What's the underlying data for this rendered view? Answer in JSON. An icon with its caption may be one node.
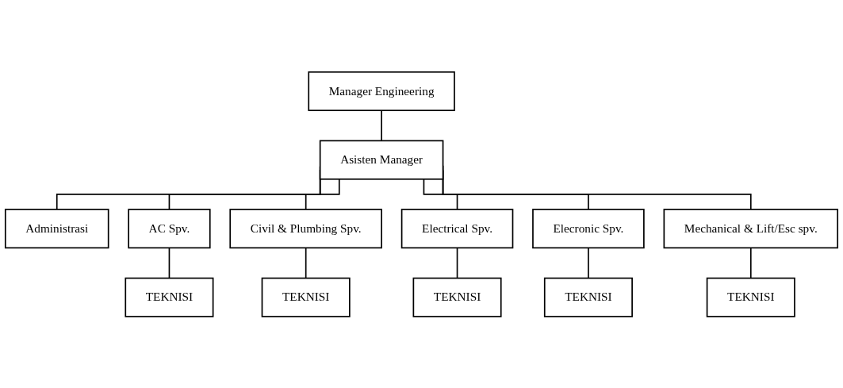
{
  "diagram": {
    "nodes": [
      {
        "text": [
          "Manager Engineering"
        ]
      },
      {
        "text": [
          "Asisten Manager"
        ]
      },
      {
        "text": [
          "Administrasi"
        ]
      },
      {
        "text": [
          "AC Spv."
        ]
      },
      {
        "text": [
          "Civil & Plumbing Spv."
        ]
      },
      {
        "text": [
          "Electrical Spv."
        ]
      },
      {
        "text": [
          "Elecronic Spv."
        ]
      },
      {
        "text": [
          "Mechanical & Lift/Esc spv."
        ]
      },
      {
        "text": [
          "TEKNISI"
        ]
      },
      {
        "text": [
          "TEKNISI"
        ]
      },
      {
        "text": [
          "TEKNISI"
        ]
      },
      {
        "text": [
          "TEKNISI"
        ]
      },
      {
        "text": [
          "TEKNISI"
        ]
      }
    ],
    "edges": [
      {
        "from": 0,
        "to": 1,
        "arrow": "none"
      },
      {
        "from": 1,
        "to": 2,
        "arrow": "none"
      },
      {
        "from": 1,
        "to": 3,
        "arrow": "none"
      },
      {
        "from": 1,
        "to": 4,
        "arrow": "none"
      },
      {
        "from": 1,
        "to": 5,
        "arrow": "none"
      },
      {
        "from": 1,
        "to": 6,
        "arrow": "none"
      },
      {
        "from": 1,
        "to": 7,
        "arrow": "none"
      },
      {
        "from": 3,
        "to": 8,
        "arrow": "none"
      },
      {
        "from": 4,
        "to": 9,
        "arrow": "none"
      },
      {
        "from": 5,
        "to": 10,
        "arrow": "none"
      },
      {
        "from": 6,
        "to": 11,
        "arrow": "none"
      },
      {
        "from": 7,
        "to": 12,
        "arrow": "none"
      }
    ]
  }
}
